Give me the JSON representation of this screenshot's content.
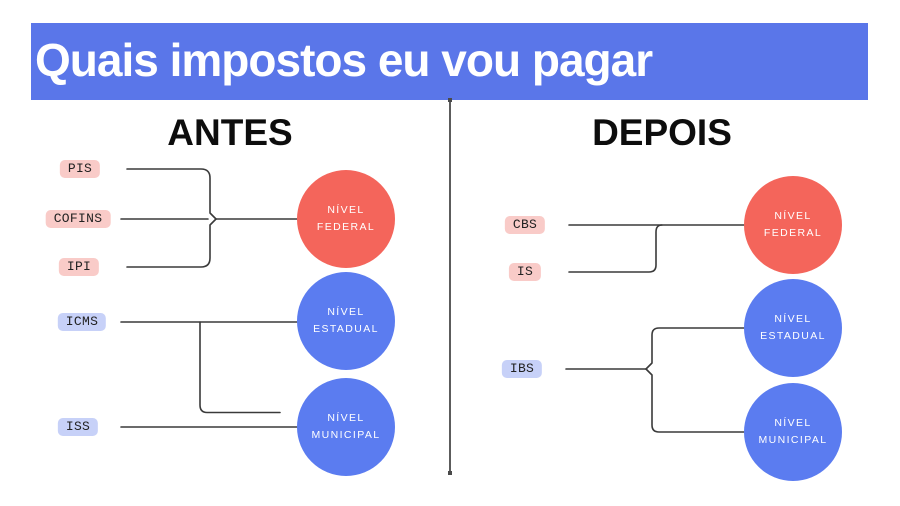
{
  "banner": {
    "title": "Quais impostos eu vou pagar",
    "bg_color": "#5a76e9",
    "text_color": "#ffffff"
  },
  "antes": {
    "heading": "ANTES",
    "taxes": [
      {
        "label": "PIS",
        "level": "federal"
      },
      {
        "label": "COFINS",
        "level": "federal"
      },
      {
        "label": "IPI",
        "level": "federal"
      },
      {
        "label": "ICMS",
        "level": "estadual"
      },
      {
        "label": "ISS",
        "level": "municipal"
      }
    ],
    "levels": [
      {
        "line1": "NÍVEL",
        "line2": "FEDERAL",
        "color": "#f4655b"
      },
      {
        "line1": "NÍVEL",
        "line2": "ESTADUAL",
        "color": "#5b7cf0"
      },
      {
        "line1": "NÍVEL",
        "line2": "MUNICIPAL",
        "color": "#5b7cf0"
      }
    ]
  },
  "depois": {
    "heading": "DEPOIS",
    "taxes": [
      {
        "label": "CBS",
        "level": "federal"
      },
      {
        "label": "IS",
        "level": "federal"
      },
      {
        "label": "IBS",
        "level": "estadual-municipal"
      }
    ],
    "levels": [
      {
        "line1": "NÍVEL",
        "line2": "FEDERAL",
        "color": "#f4655b"
      },
      {
        "line1": "NÍVEL",
        "line2": "ESTADUAL",
        "color": "#5b7cf0"
      },
      {
        "line1": "NÍVEL",
        "line2": "MUNICIPAL",
        "color": "#5b7cf0"
      }
    ]
  },
  "colors": {
    "chip_pink_bg": "#f9cbc8",
    "chip_lavender_bg": "#c7d1f8",
    "connector_line": "#3a3a3a",
    "heading_text": "#0d0d0d"
  }
}
